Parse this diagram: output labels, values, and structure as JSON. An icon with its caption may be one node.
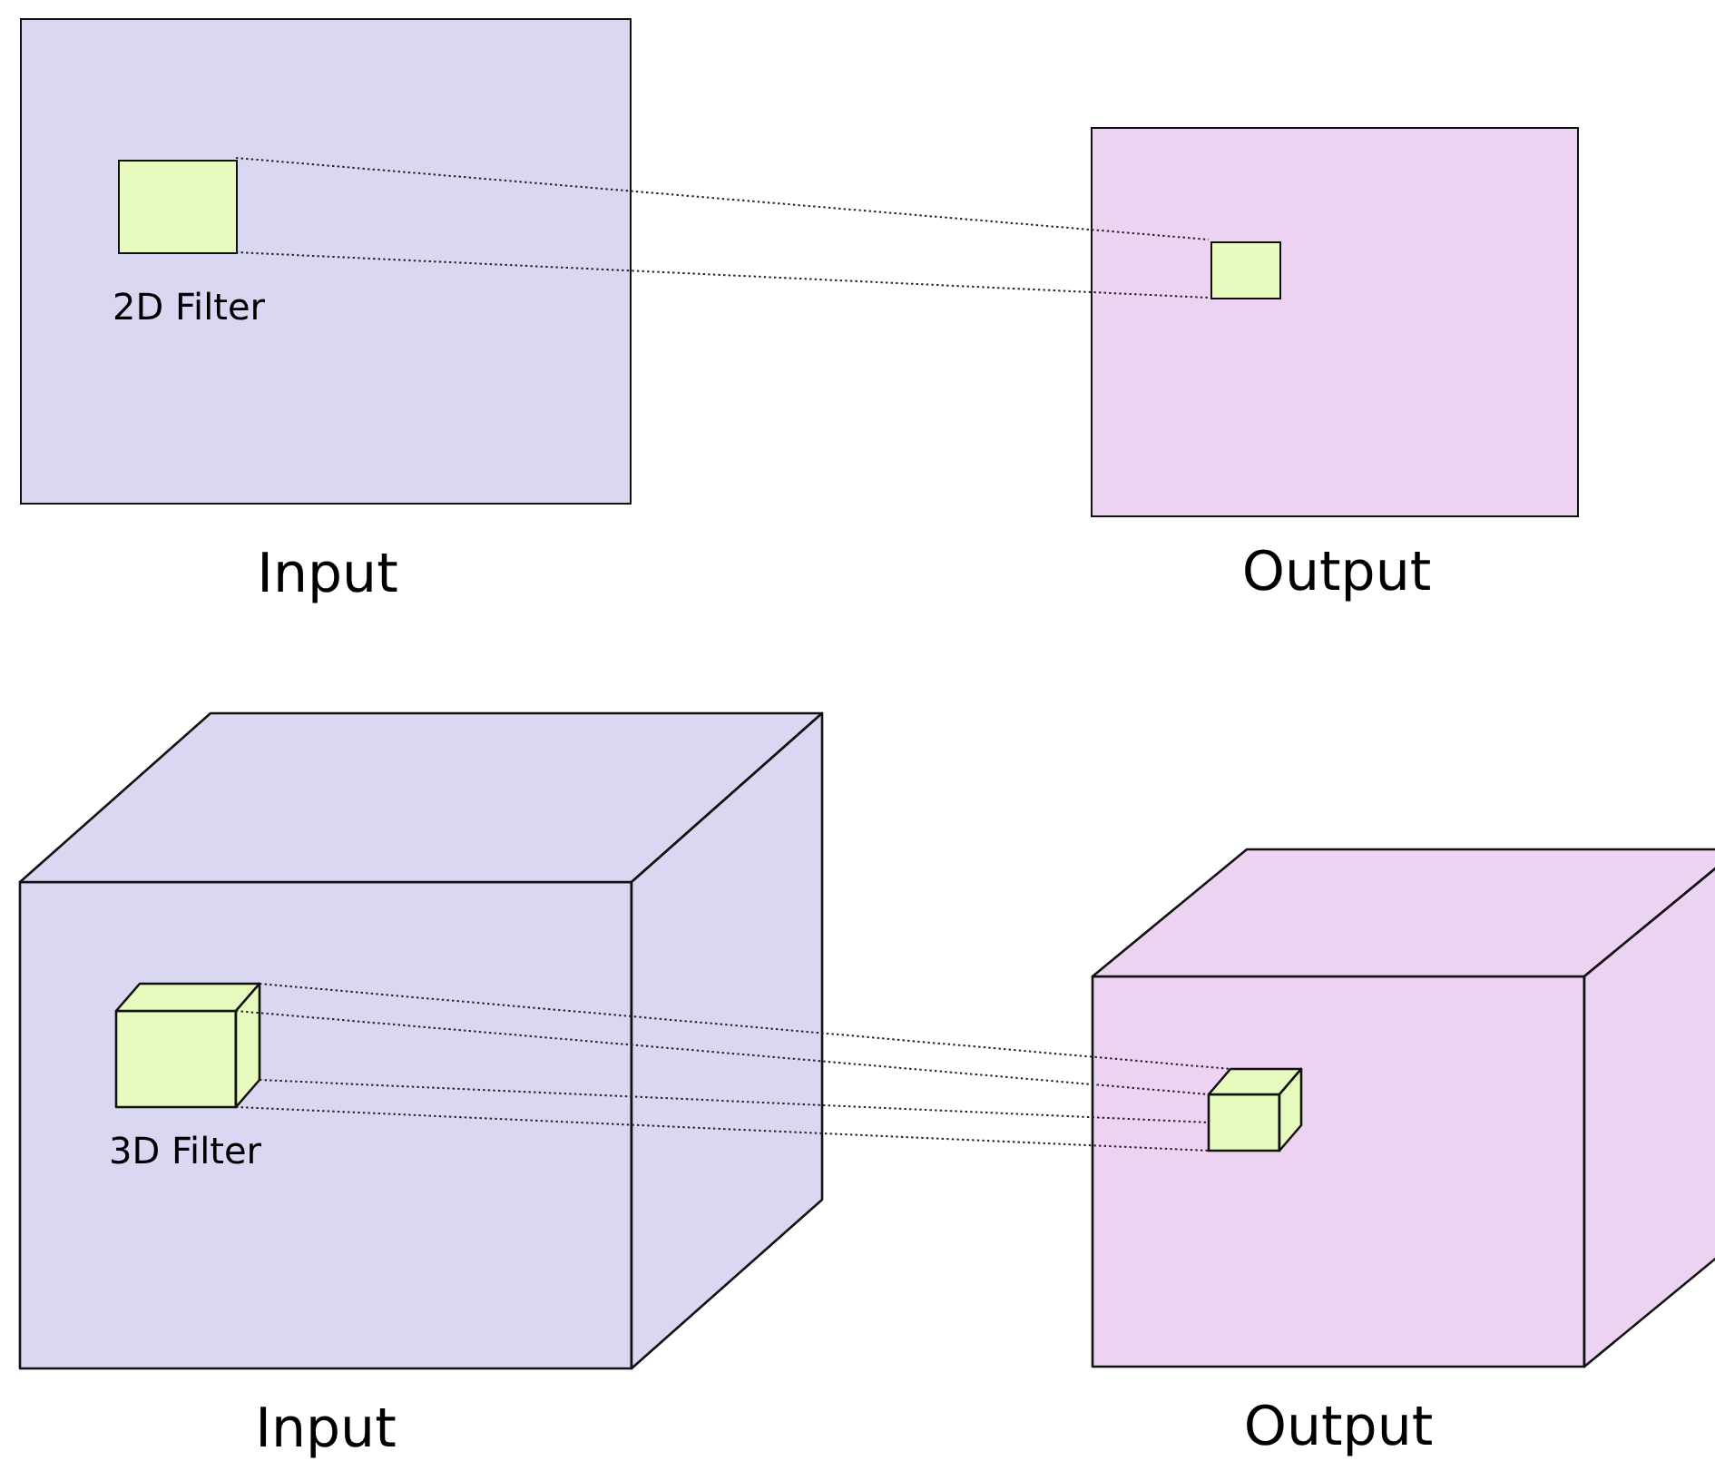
{
  "diagram": {
    "nodes": [
      {
        "text": [
          "Input"
        ]
      },
      {
        "text": [
          "2D Filter"
        ],
        "in": 0
      },
      {
        "text": [
          "Output"
        ]
      },
      {
        "text": [],
        "shape": "box",
        "in": 2
      },
      {
        "text": [
          "Input"
        ]
      },
      {
        "text": [
          "3D Filter"
        ],
        "in": 4
      },
      {
        "text": [
          "Output"
        ]
      },
      {
        "text": [],
        "shape": "cube",
        "in": 6
      }
    ],
    "edges": [
      {
        "from": 1,
        "to": 3,
        "arrow": "none",
        "style": "dashed"
      },
      {
        "from": 1,
        "to": 3,
        "arrow": "none",
        "style": "dashed"
      },
      {
        "from": 5,
        "to": 7,
        "arrow": "none",
        "style": "dashed"
      },
      {
        "from": 5,
        "to": 7,
        "arrow": "none",
        "style": "dashed"
      },
      {
        "from": 5,
        "to": 7,
        "arrow": "none",
        "style": "dashed"
      },
      {
        "from": 5,
        "to": 7,
        "arrow": "none",
        "style": "dashed"
      }
    ]
  }
}
